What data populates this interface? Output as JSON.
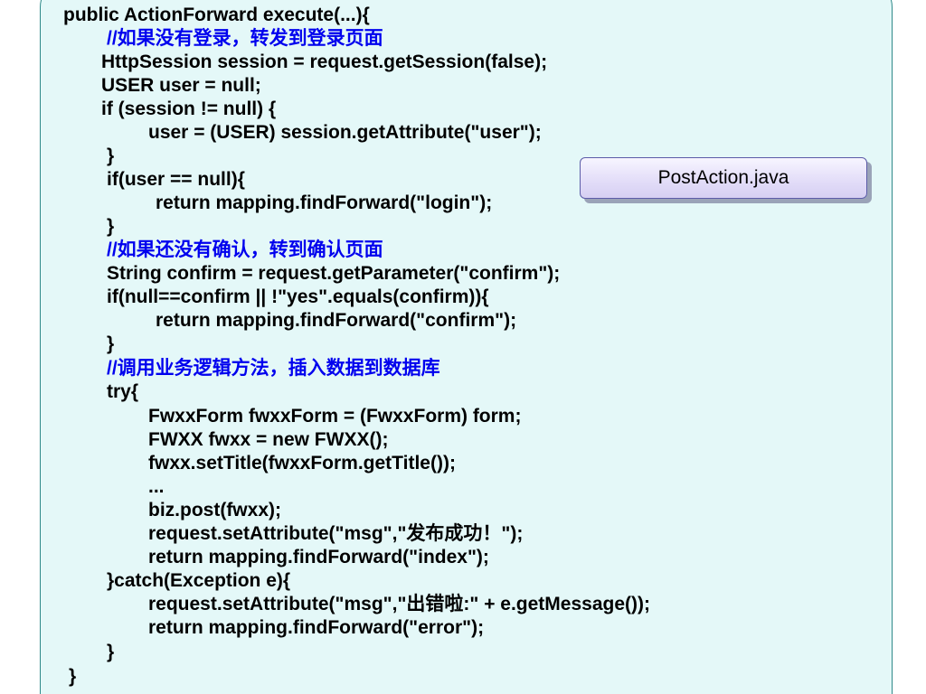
{
  "code_lines": [
    "public ActionForward execute(...){",
    "//如果没有登录，转发到登录页面",
    "HttpSession session = request.getSession(false);",
    "USER user = null;",
    "if (session != null) {",
    "user = (USER) session.getAttribute(\"user\");",
    "}",
    "if(user == null){",
    "return mapping.findForward(\"login\");",
    "}",
    "//如果还没有确认，转到确认页面",
    "String confirm = request.getParameter(\"confirm\");",
    "if(null==confirm || !\"yes\".equals(confirm)){",
    "return mapping.findForward(\"confirm\");",
    "}",
    "//调用业务逻辑方法，插入数据到数据库",
    "try{",
    "FwxxForm fwxxForm = (FwxxForm) form;",
    "FWXX fwxx = new FWXX();",
    "fwxx.setTitle(fwxxForm.getTitle());",
    "...",
    "biz.post(fwxx);",
    "request.setAttribute(\"msg\",\"发布成功！\");",
    "return mapping.findForward(\"index\");",
    "}catch(Exception e){",
    "request.setAttribute(\"msg\",\"出错啦:\" + e.getMessage());",
    "return mapping.findForward(\"error\");",
    "}",
    "}"
  ],
  "file_label": "PostAction.java",
  "colors": {
    "panel_background": "#e4f8f8",
    "panel_border": "#2f8a8a",
    "code_text": "#000000",
    "comment_text": "#0000ee",
    "label_gradient_top": "#f7f5ff",
    "label_gradient_bottom": "#d6cff2",
    "label_border": "#5c5ca8"
  }
}
